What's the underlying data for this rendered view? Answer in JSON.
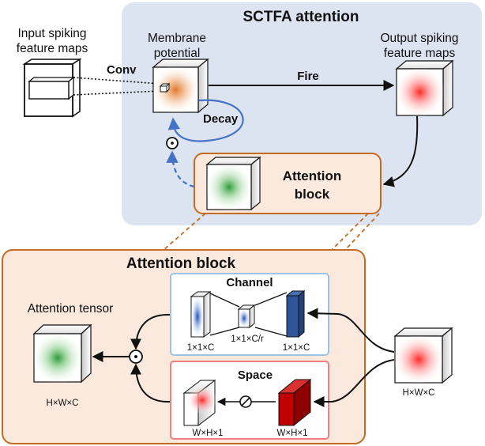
{
  "top": {
    "title": "SCTFA attention",
    "input_line1": "Input spiking",
    "input_line2": "feature maps",
    "conv": "Conv",
    "membrane_line1": "Membrane",
    "membrane_line2": "potential",
    "output_line1": "Output spiking",
    "output_line2": "feature maps",
    "fire": "Fire",
    "decay": "Decay",
    "attention_line1": "Attention",
    "attention_line2": "block"
  },
  "bottom": {
    "title": "Attention block",
    "attention_tensor": "Attention tensor",
    "out_dims": "H×W×C",
    "in_dims": "H×W×C",
    "channel": "Channel",
    "ch_dim1": "1×1×C",
    "ch_dim2": "1×1×C/r",
    "ch_dim3": "1×1×C",
    "space": "Space",
    "sp_dim1": "W×H×1",
    "sp_dim2": "W×H×1"
  },
  "colors": {
    "blue_panel": "#dde4f1",
    "orange_panel": "#fae9dc",
    "orange_border": "#c36b22",
    "arrow_blue": "#4472c4",
    "channel_border": "#9dc3e6",
    "space_border": "#f08080",
    "bar_blue": "#2f5597",
    "bar_red": "#c00000"
  },
  "icons": [
    "product-circle-icon",
    "divide-circle-icon"
  ]
}
